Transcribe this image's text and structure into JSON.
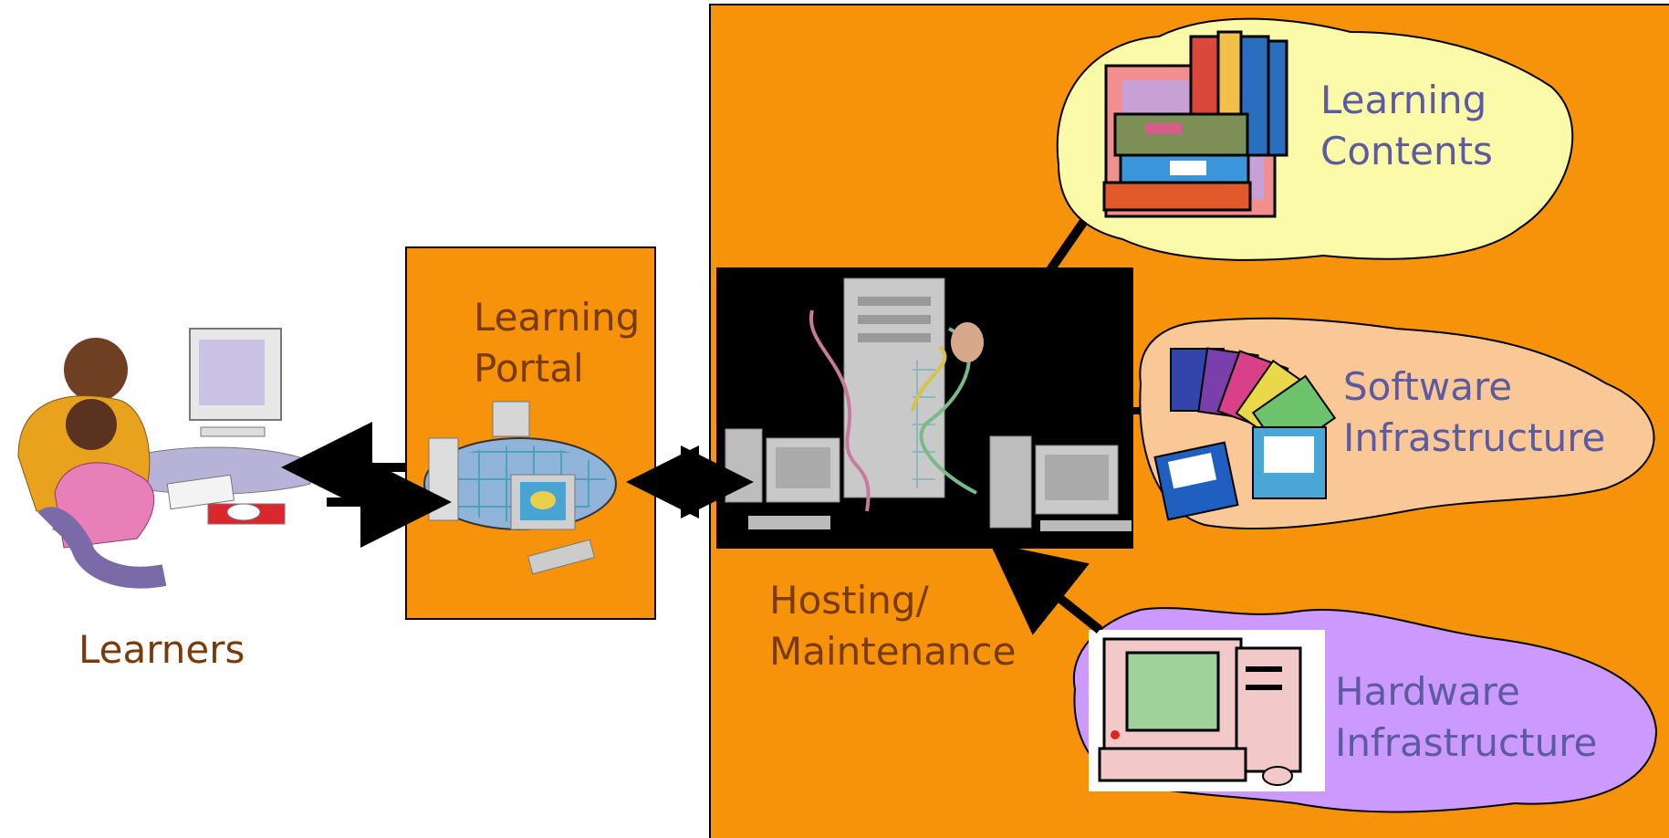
{
  "colors": {
    "orange": "#f7930a",
    "label_brown": "#7a3b0a",
    "label_blue": "#5c5aa0",
    "cloud_yellow": "#fafaa8",
    "cloud_peach": "#fac896",
    "cloud_purple": "#cc99ff",
    "server_bg": "#000000"
  },
  "nodes": {
    "learners": {
      "label": "Learners",
      "icon": "learners-at-computer-icon"
    },
    "portal": {
      "label_line1": "Learning",
      "label_line2": "Portal",
      "icon": "web-portal-icon"
    },
    "hosting": {
      "label_line1": "Hosting/",
      "label_line2": "Maintenance",
      "icon": "server-network-icon"
    },
    "contents": {
      "label_line1": "Learning",
      "label_line2": "Contents",
      "icon": "books-icon"
    },
    "software": {
      "label_line1": "Software",
      "label_line2": "Infrastructure",
      "icon": "floppy-disks-icon"
    },
    "hardware": {
      "label_line1": "Hardware",
      "label_line2": "Infrastructure",
      "icon": "desktop-computer-icon"
    }
  }
}
